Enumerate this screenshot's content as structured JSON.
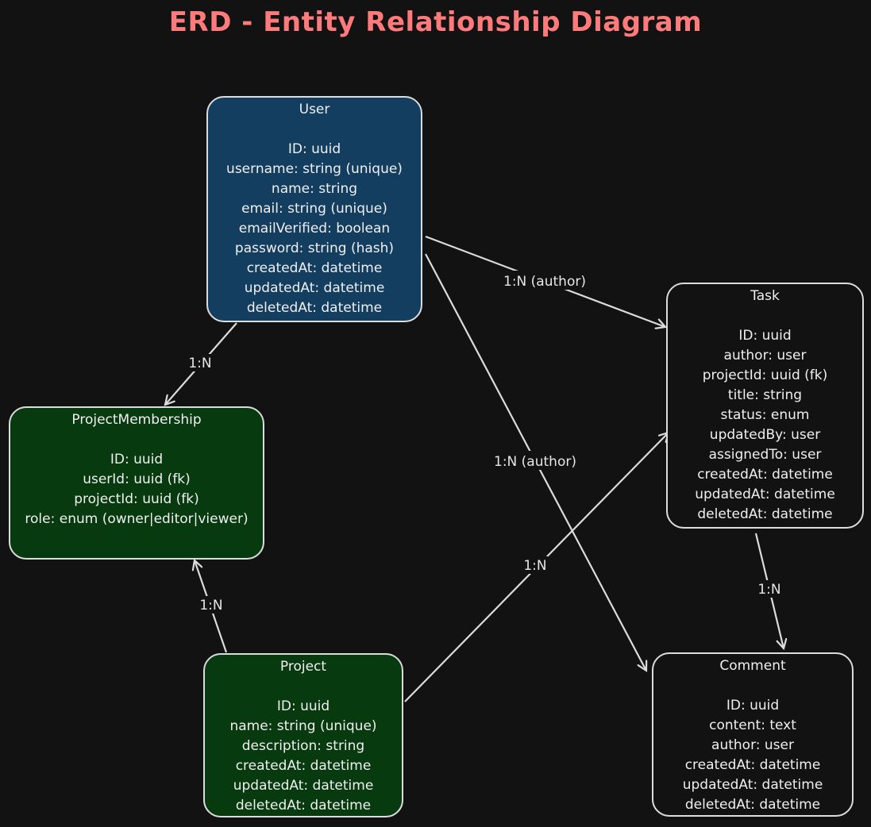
{
  "title": "ERD - Entity Relationship Diagram",
  "colors": {
    "title": "#ff7b7b",
    "user_fill": "#133e60",
    "green_fill": "#073a0f",
    "dark_fill": "#121212",
    "stroke": "#dcdcdc"
  },
  "entities": {
    "user": {
      "name": "User",
      "fields": [
        "ID: uuid",
        "username: string (unique)",
        "name: string",
        "email: string (unique)",
        "emailVerified: boolean",
        "password: string (hash)",
        "createdAt: datetime",
        "updatedAt: datetime",
        "deletedAt: datetime"
      ]
    },
    "task": {
      "name": "Task",
      "fields": [
        "ID: uuid",
        "author: user",
        "projectId: uuid (fk)",
        "title: string",
        "status: enum",
        "updatedBy: user",
        "assignedTo: user",
        "createdAt: datetime",
        "updatedAt: datetime",
        "deletedAt: datetime"
      ]
    },
    "membership": {
      "name": "ProjectMembership",
      "fields": [
        "ID: uuid",
        "userId: uuid (fk)",
        "projectId: uuid (fk)",
        "role: enum (owner|editor|viewer)"
      ]
    },
    "project": {
      "name": "Project",
      "fields": [
        "ID: uuid",
        "name: string (unique)",
        "description: string",
        "createdAt: datetime",
        "updatedAt: datetime",
        "deletedAt: datetime"
      ]
    },
    "comment": {
      "name": "Comment",
      "fields": [
        "ID: uuid",
        "content: text",
        "author: user",
        "createdAt: datetime",
        "updatedAt: datetime",
        "deletedAt: datetime"
      ]
    }
  },
  "relations": {
    "user_task": "1:N (author)",
    "user_comment": "1:N (author)",
    "user_membership": "1:N",
    "project_membership": "1:N",
    "project_task": "1:N",
    "task_comment": "1:N"
  }
}
